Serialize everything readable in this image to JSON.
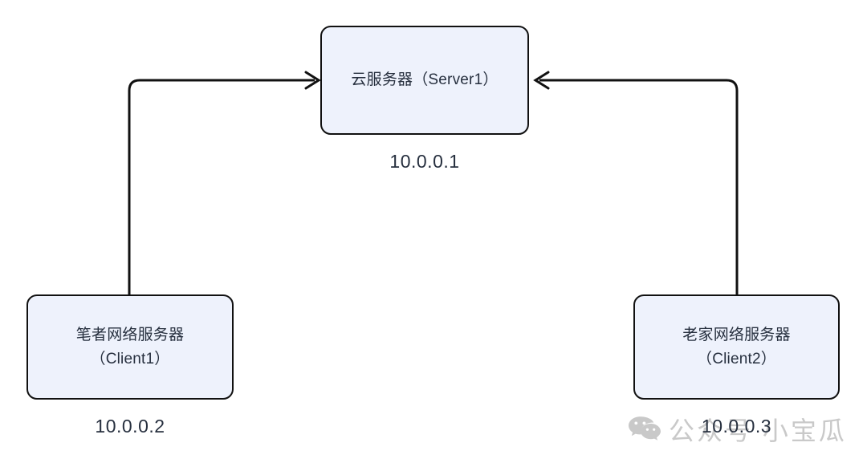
{
  "diagram": {
    "type": "network-topology",
    "background_color": "#ffffff",
    "node_fill_color": "#eef2fc",
    "node_border_color": "#111111",
    "text_color": "#27303f",
    "nodes": [
      {
        "id": "server",
        "title_cn": "云服务器",
        "title_suffix": "（Server1）",
        "label_line1": "云服务器（Server1）",
        "label_line2": "",
        "ip": "10.0.0.1"
      },
      {
        "id": "client1",
        "title_cn": "笔者网络服务器",
        "title_suffix": "（Client1）",
        "label_line1": "笔者网络服务器",
        "label_line2": "（Client1）",
        "ip": "10.0.0.2"
      },
      {
        "id": "client2",
        "title_cn": "老家网络服务器",
        "title_suffix": "（Client2）",
        "label_line1": "老家网络服务器",
        "label_line2": "（Client2）",
        "ip": "10.0.0.3"
      }
    ],
    "edges": [
      {
        "id": "client1-to-server",
        "from": "client1",
        "to": "server",
        "direction": "to-server",
        "arrow": "open-chevron"
      },
      {
        "id": "client2-to-server",
        "from": "client2",
        "to": "server",
        "direction": "to-server",
        "arrow": "open-chevron"
      }
    ]
  },
  "watermark": {
    "icon": "wechat-logo-icon",
    "text": "公众号 小宝瓜",
    "color": "#c9c9c9"
  }
}
